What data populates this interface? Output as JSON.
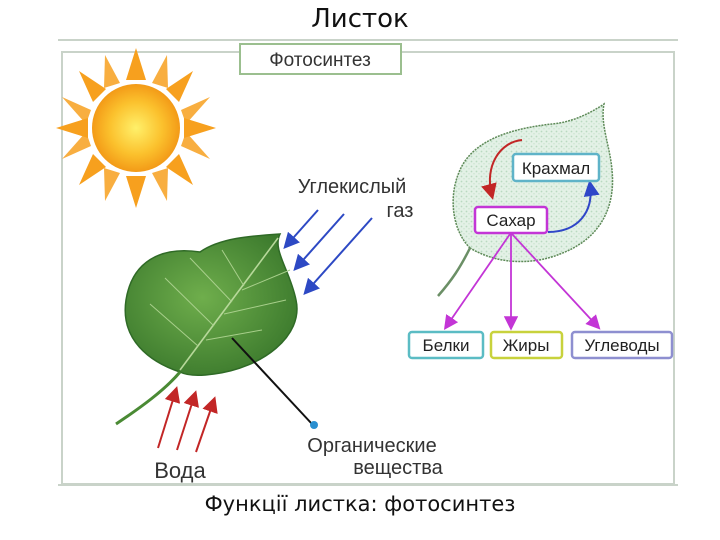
{
  "slide": {
    "title": "Листок",
    "caption": "Функції листка: фотосинтез"
  },
  "diagram": {
    "header": "Фотосинтез",
    "gas_line1": "Углекислый",
    "gas_line2": "газ",
    "water": "Вода",
    "organic_line1": "Органические",
    "organic_line2": "вещества",
    "starch": "Крахмал",
    "sugar": "Сахар",
    "products": [
      "Белки",
      "Жиры",
      "Углеводы"
    ]
  },
  "colors": {
    "frame": "#c9d3c9",
    "sun": "#f7a01e",
    "leaf": "#4f8f3b",
    "gas_arrow": "#2d49c4",
    "water_arrow": "#c22626",
    "magenta": "#c335d6",
    "protein_border": "#5bbcc4",
    "fat_border": "#c8d23c",
    "carb_border": "#8e8fd0"
  }
}
